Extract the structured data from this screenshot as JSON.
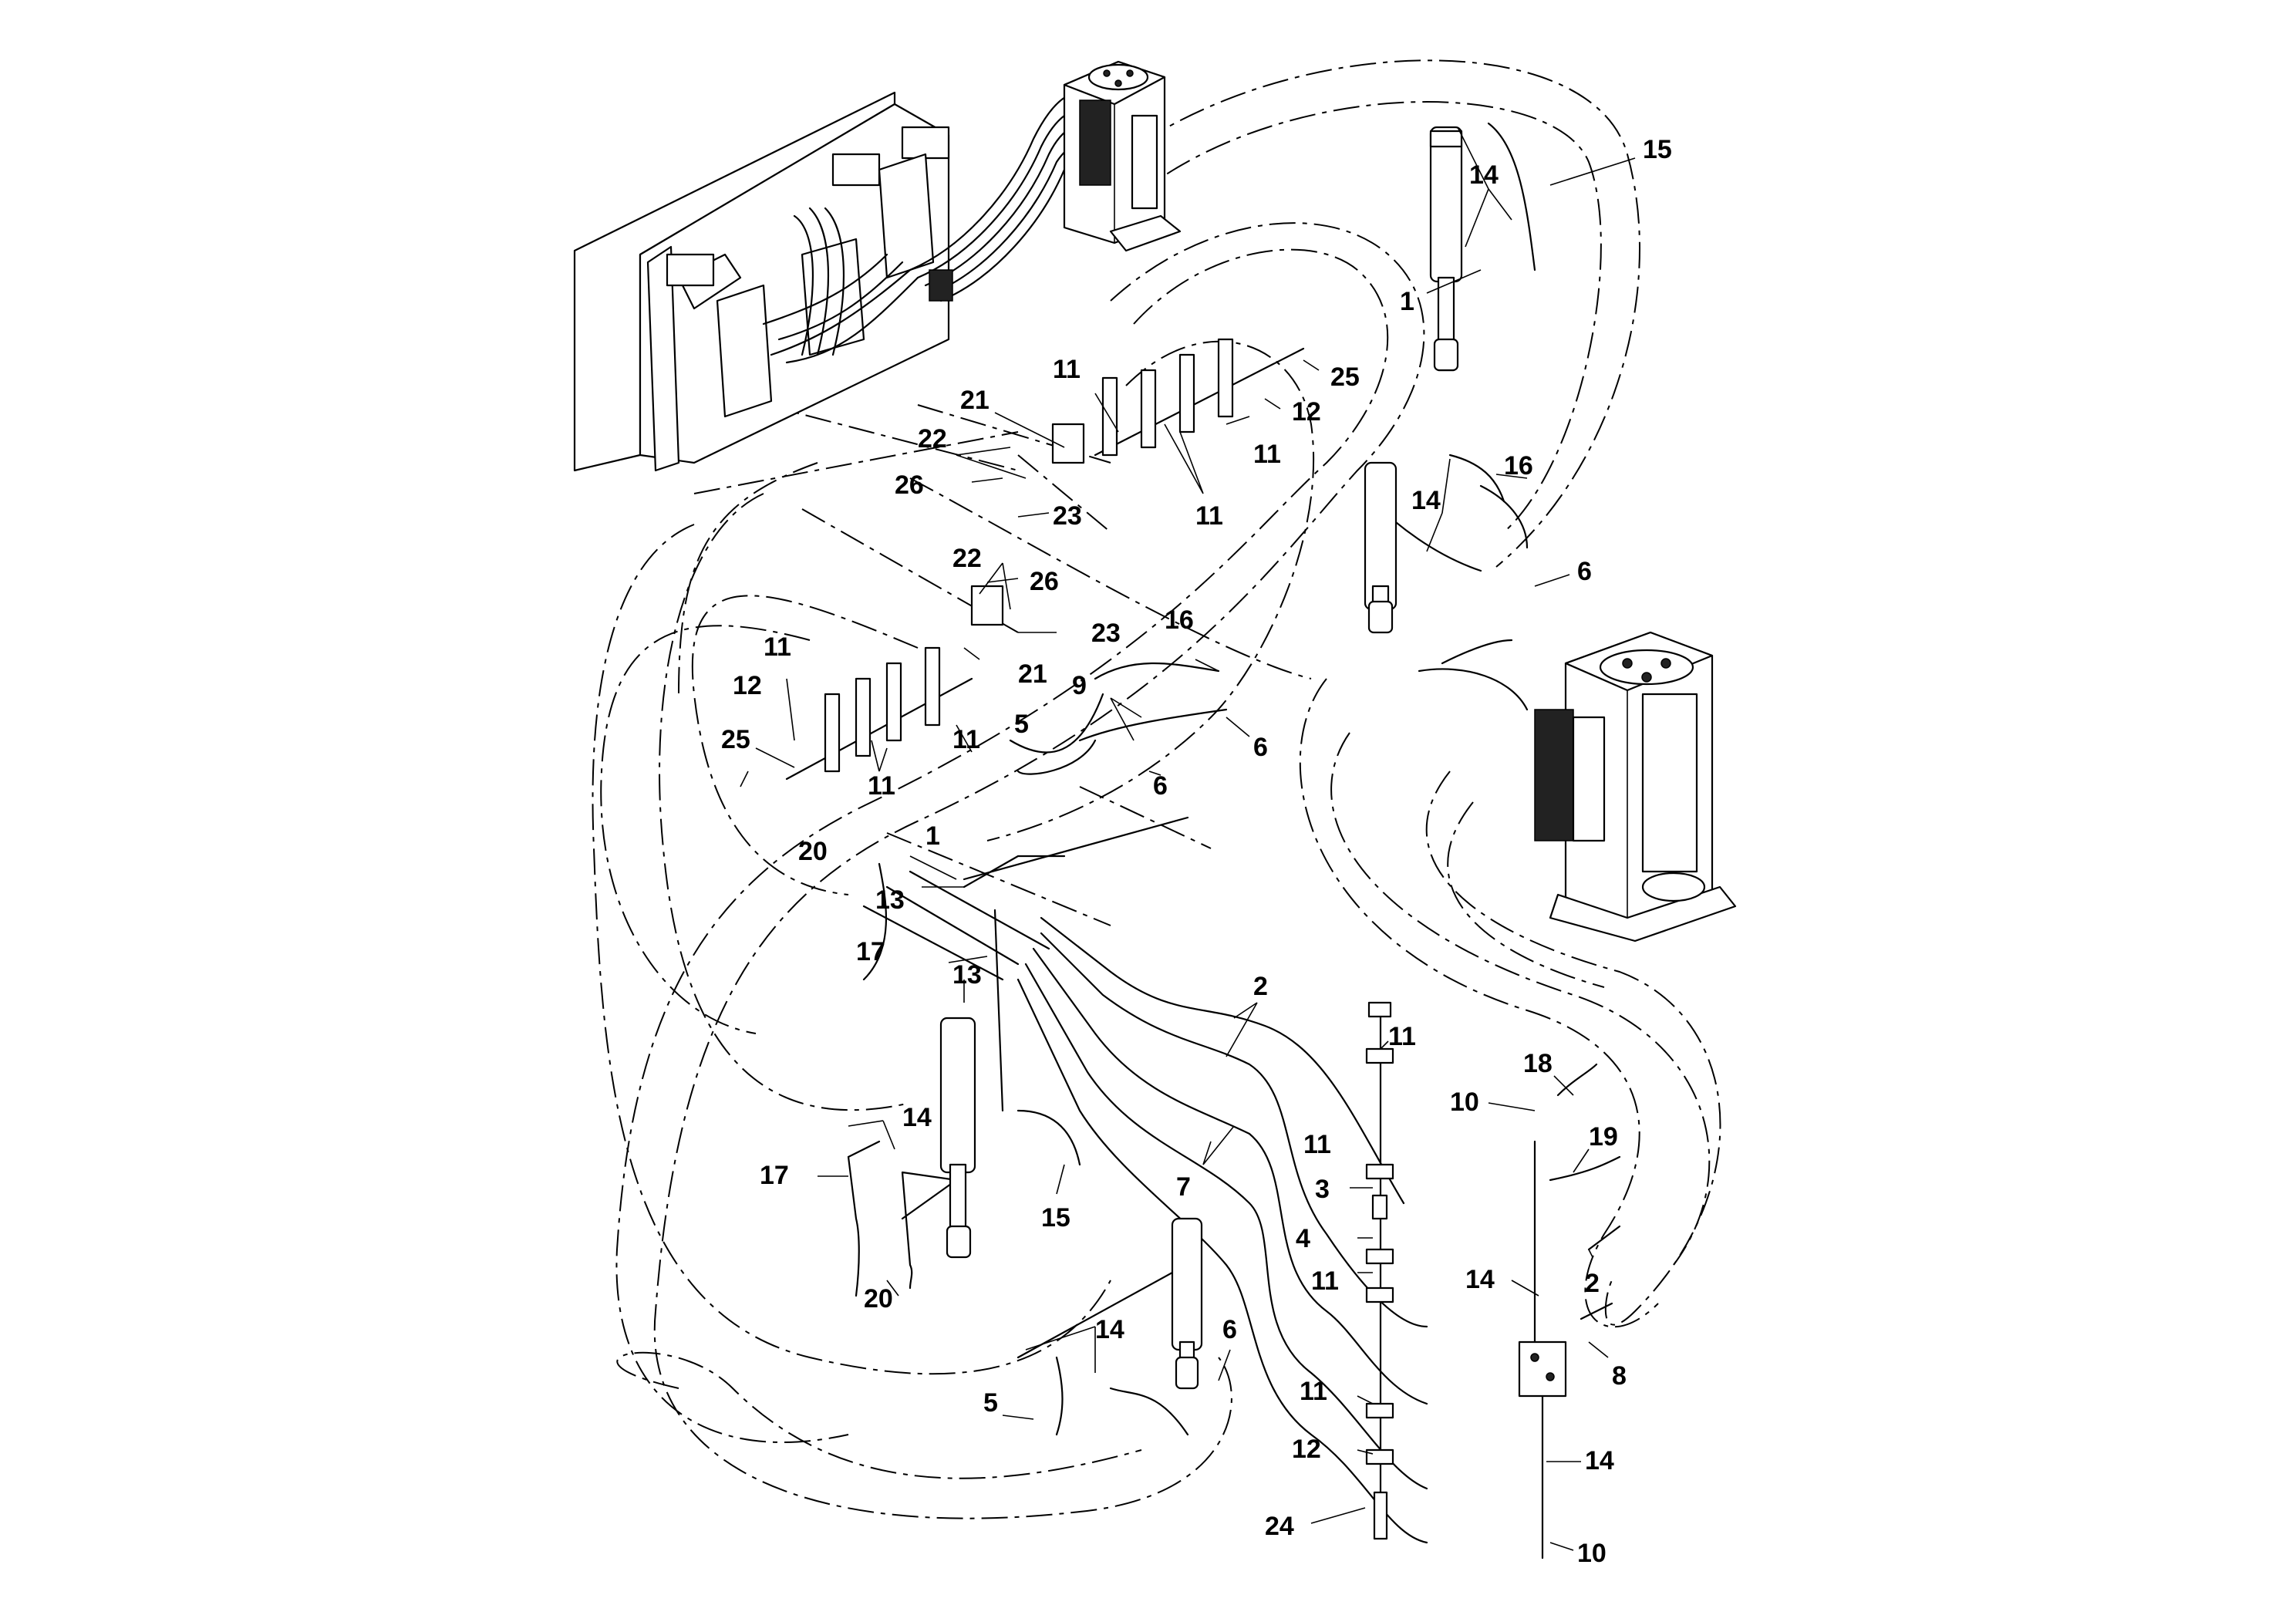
{
  "callouts": [
    {
      "id": "c15a",
      "text": "15"
    },
    {
      "id": "c14a",
      "text": "14"
    },
    {
      "id": "c1a",
      "text": "1"
    },
    {
      "id": "c25a",
      "text": "25"
    },
    {
      "id": "c12a",
      "text": "12"
    },
    {
      "id": "c11a",
      "text": "11"
    },
    {
      "id": "c11b",
      "text": "11"
    },
    {
      "id": "c11c",
      "text": "11"
    },
    {
      "id": "c21a",
      "text": "21"
    },
    {
      "id": "c22a",
      "text": "22"
    },
    {
      "id": "c26a",
      "text": "26"
    },
    {
      "id": "c23a",
      "text": "23"
    },
    {
      "id": "c16a",
      "text": "16"
    },
    {
      "id": "c14b",
      "text": "14"
    },
    {
      "id": "c6a",
      "text": "6"
    },
    {
      "id": "c22b",
      "text": "22"
    },
    {
      "id": "c26b",
      "text": "26"
    },
    {
      "id": "c23b",
      "text": "23"
    },
    {
      "id": "c21b",
      "text": "21"
    },
    {
      "id": "c16b",
      "text": "16"
    },
    {
      "id": "c9a",
      "text": "9"
    },
    {
      "id": "c11d",
      "text": "11"
    },
    {
      "id": "c12b",
      "text": "12"
    },
    {
      "id": "c25b",
      "text": "25"
    },
    {
      "id": "c11e",
      "text": "11"
    },
    {
      "id": "c11f",
      "text": "11"
    },
    {
      "id": "c5a",
      "text": "5"
    },
    {
      "id": "c6b",
      "text": "6"
    },
    {
      "id": "c6c",
      "text": "6"
    },
    {
      "id": "c20a",
      "text": "20"
    },
    {
      "id": "c1b",
      "text": "1"
    },
    {
      "id": "c13a",
      "text": "13"
    },
    {
      "id": "c17a",
      "text": "17"
    },
    {
      "id": "c13b",
      "text": "13"
    },
    {
      "id": "c2a",
      "text": "2"
    },
    {
      "id": "c11g",
      "text": "11"
    },
    {
      "id": "c18a",
      "text": "18"
    },
    {
      "id": "c10a",
      "text": "10"
    },
    {
      "id": "c19a",
      "text": "19"
    },
    {
      "id": "c14c",
      "text": "14"
    },
    {
      "id": "c17b",
      "text": "17"
    },
    {
      "id": "c15b",
      "text": "15"
    },
    {
      "id": "c7a",
      "text": "7"
    },
    {
      "id": "c11h",
      "text": "11"
    },
    {
      "id": "c3a",
      "text": "3"
    },
    {
      "id": "c4a",
      "text": "4"
    },
    {
      "id": "c11i",
      "text": "11"
    },
    {
      "id": "c2b",
      "text": "2"
    },
    {
      "id": "c14d",
      "text": "14"
    },
    {
      "id": "c8a",
      "text": "8"
    },
    {
      "id": "c20b",
      "text": "20"
    },
    {
      "id": "c14e",
      "text": "14"
    },
    {
      "id": "c6d",
      "text": "6"
    },
    {
      "id": "c5b",
      "text": "5"
    },
    {
      "id": "c11j",
      "text": "11"
    },
    {
      "id": "c12c",
      "text": "12"
    },
    {
      "id": "c14f",
      "text": "14"
    },
    {
      "id": "c24a",
      "text": "24"
    },
    {
      "id": "c10b",
      "text": "10"
    }
  ]
}
